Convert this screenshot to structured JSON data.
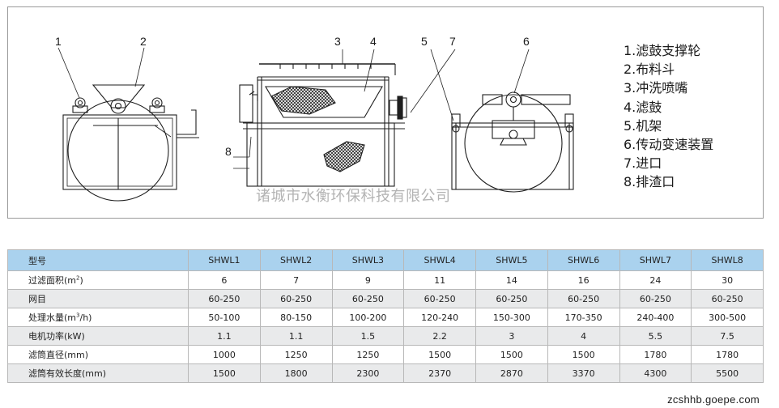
{
  "callouts": [
    "1",
    "2",
    "3",
    "4",
    "5",
    "7",
    "6",
    "8"
  ],
  "legend": [
    "1.滤鼓支撑轮",
    "2.布料斗",
    "3.冲洗喷嘴",
    "4.滤鼓",
    "5.机架",
    "6.传动变速装置",
    "7.进口",
    "8.排渣口"
  ],
  "watermark": "诸城市水衡环保科技有限公司",
  "table": {
    "header_label": "型号",
    "models": [
      "SHWL1",
      "SHWL2",
      "SHWL3",
      "SHWL4",
      "SHWL5",
      "SHWL6",
      "SHWL7",
      "SHWL8"
    ],
    "rows": [
      {
        "label": "过滤面积(m",
        "sup": "2",
        "suffix": ")",
        "values": [
          "6",
          "7",
          "9",
          "11",
          "14",
          "16",
          "24",
          "30"
        ]
      },
      {
        "label": "网目",
        "sup": "",
        "suffix": "",
        "values": [
          "60-250",
          "60-250",
          "60-250",
          "60-250",
          "60-250",
          "60-250",
          "60-250",
          "60-250"
        ]
      },
      {
        "label": "处理水量(m",
        "sup": "3",
        "suffix": "/h)",
        "values": [
          "50-100",
          "80-150",
          "100-200",
          "120-240",
          "150-300",
          "170-350",
          "240-400",
          "300-500"
        ]
      },
      {
        "label": "电机功率(kW)",
        "sup": "",
        "suffix": "",
        "values": [
          "1.1",
          "1.1",
          "1.5",
          "2.2",
          "3",
          "4",
          "5.5",
          "7.5"
        ]
      },
      {
        "label": "滤筒直径(mm)",
        "sup": "",
        "suffix": "",
        "values": [
          "1000",
          "1250",
          "1250",
          "1500",
          "1500",
          "1500",
          "1780",
          "1780"
        ]
      },
      {
        "label": "滤筒有效长度(mm)",
        "sup": "",
        "suffix": "",
        "values": [
          "1500",
          "1800",
          "2300",
          "2370",
          "2870",
          "3370",
          "4300",
          "5500"
        ]
      }
    ]
  },
  "site_url": "zcshhb.goepe.com",
  "colors": {
    "header_bg": "#aad2ee",
    "stripe": "#e9eaeb",
    "border": "#b8b8b8",
    "watermark": "#b3b3b3"
  }
}
